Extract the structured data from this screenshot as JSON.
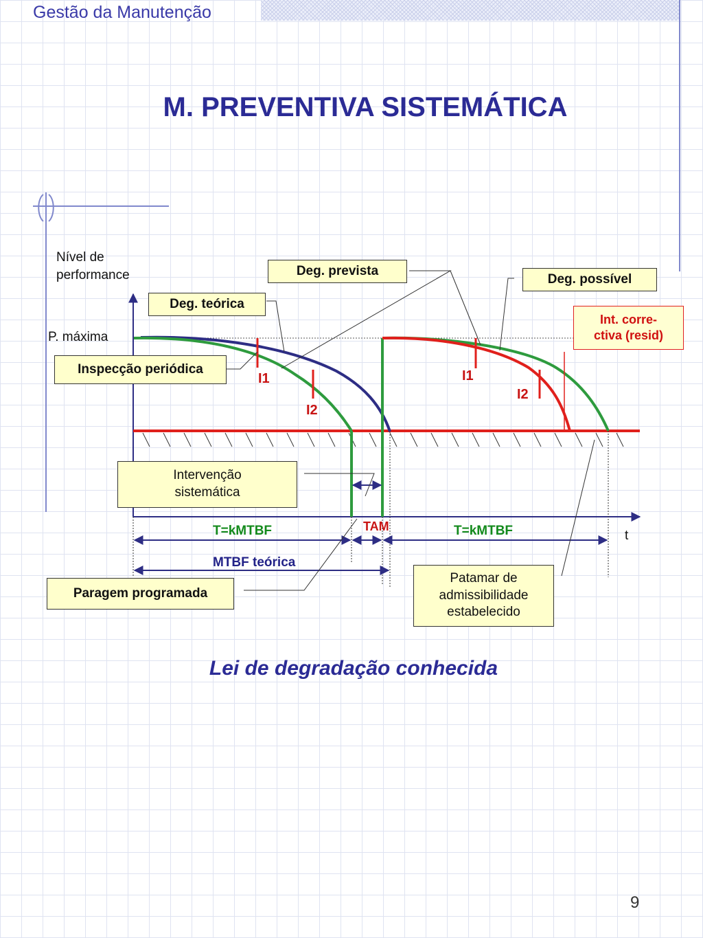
{
  "header": {
    "title": "Gestão da Manutenção"
  },
  "slide": {
    "title": "M. PREVENTIVA SISTEMÁTICA",
    "caption": "Lei de degradação conhecida",
    "page_number": "9"
  },
  "axis": {
    "y_label_line1": "Nível de",
    "y_label_line2": "performance",
    "p_max_label": "P. máxima",
    "x_label": "t"
  },
  "boxes": {
    "deg_prevista": "Deg. prevista",
    "deg_teorica": "Deg. teórica",
    "deg_possivel": "Deg. possível",
    "int_corr_line1": "Int. corre-",
    "int_corr_line2": "ctiva (resid)",
    "inspeccao": "Inspecção periódica",
    "intervencao_line1": "Intervenção",
    "intervencao_line2": "sistemática",
    "paragem": "Paragem programada",
    "patamar_line1": "Patamar de",
    "patamar_line2": "admissibilidade",
    "patamar_line3": "estabelecido"
  },
  "labels": {
    "i1_left": "I1",
    "i2_left": "I2",
    "i1_right": "I1",
    "i2_right": "I2",
    "t_kmtbf_left": "T=kMTBF",
    "tam": "TAM",
    "t_kmtbf_right": "T=kMTBF",
    "mtbf_teorica": "MTBF teórica"
  },
  "colors": {
    "green": "#2e9b3e",
    "navy": "#2d2d84",
    "red": "#e0201c",
    "title": "#2b2b95"
  }
}
